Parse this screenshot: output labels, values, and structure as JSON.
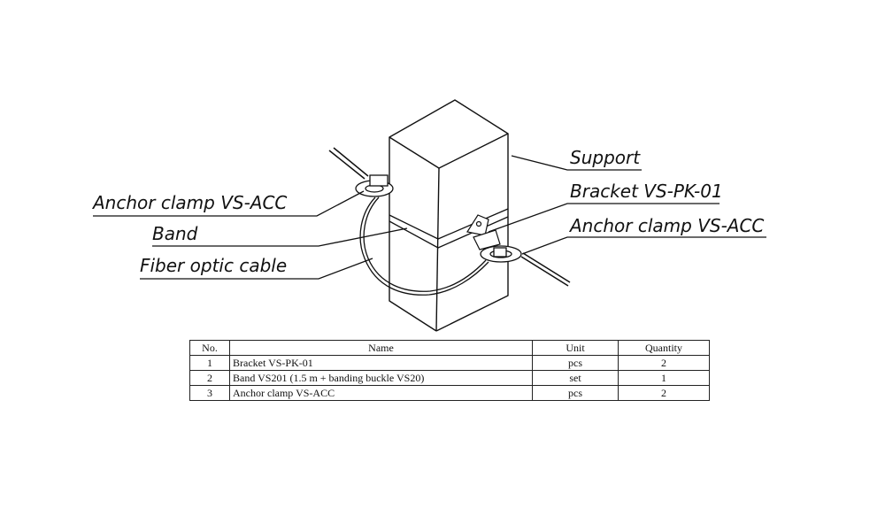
{
  "labels": {
    "support": "Support",
    "bracket": "Bracket VS-PK-01",
    "anchor_right": "Anchor clamp VS-ACC",
    "anchor_left": "Anchor clamp VS-ACC",
    "band": "Band",
    "fiber": "Fiber optic cable"
  },
  "table": {
    "headers": [
      "No.",
      "Name",
      "Unit",
      "Quantity"
    ],
    "rows": [
      {
        "no": "1",
        "name": "Bracket VS-PK-01",
        "unit": "pcs",
        "qty": "2"
      },
      {
        "no": "2",
        "name": "Band VS201 (1.5 m + banding buckle VS20)",
        "unit": "set",
        "qty": "1"
      },
      {
        "no": "3",
        "name": "Anchor clamp VS-ACC",
        "unit": "pcs",
        "qty": "2"
      }
    ]
  }
}
